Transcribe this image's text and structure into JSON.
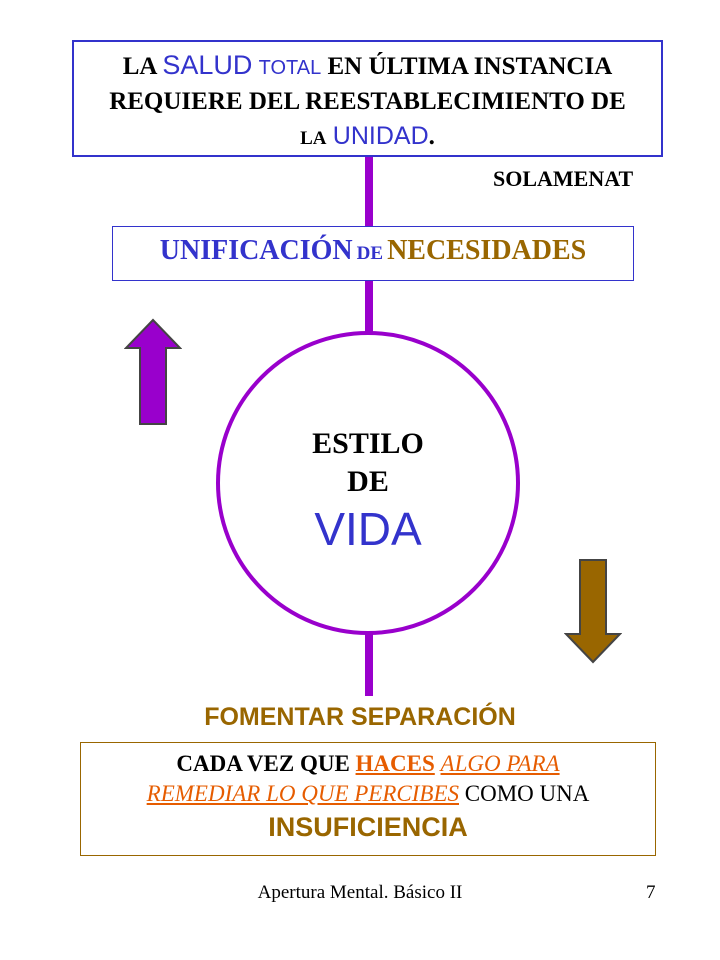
{
  "top_box": {
    "la": "LA",
    "salud": "SALUD",
    "total": "TOTAL",
    "rest1": "EN ÚLTIMA INSTANCIA",
    "line2": "REQUIERE DEL REESTABLECIMIENTO DE",
    "la2": "LA",
    "unidad": "UNIDAD",
    "period": "."
  },
  "source_label": "SOLAMENAT",
  "needs_box": {
    "unificacion": "UNIFICACIÓN",
    "de": "DE",
    "necesidades": "NECESIDADES"
  },
  "circle": {
    "line1": "ESTILO",
    "line2": "DE",
    "line3": "VIDA"
  },
  "fomentar_label": "FOMENTAR SEPARACIÓN",
  "bottom_box": {
    "cada": "CADA VEZ QUE",
    "haces": "HACES",
    "algo_para": "ALGO PARA",
    "remediar": "REMEDIAR LO QUE PERCIBES",
    "como_una": "COMO UNA",
    "insuficiencia": "INSUFICIENCIA"
  },
  "footer": {
    "title": "Apertura Mental. Básico II",
    "page": "7"
  },
  "colors": {
    "purple": "#9900cc",
    "blue": "#3333cc",
    "gold": "#996600",
    "orange": "#e65c00"
  },
  "icons": {
    "up_arrow": "arrow-up-icon",
    "down_arrow": "arrow-down-icon"
  }
}
